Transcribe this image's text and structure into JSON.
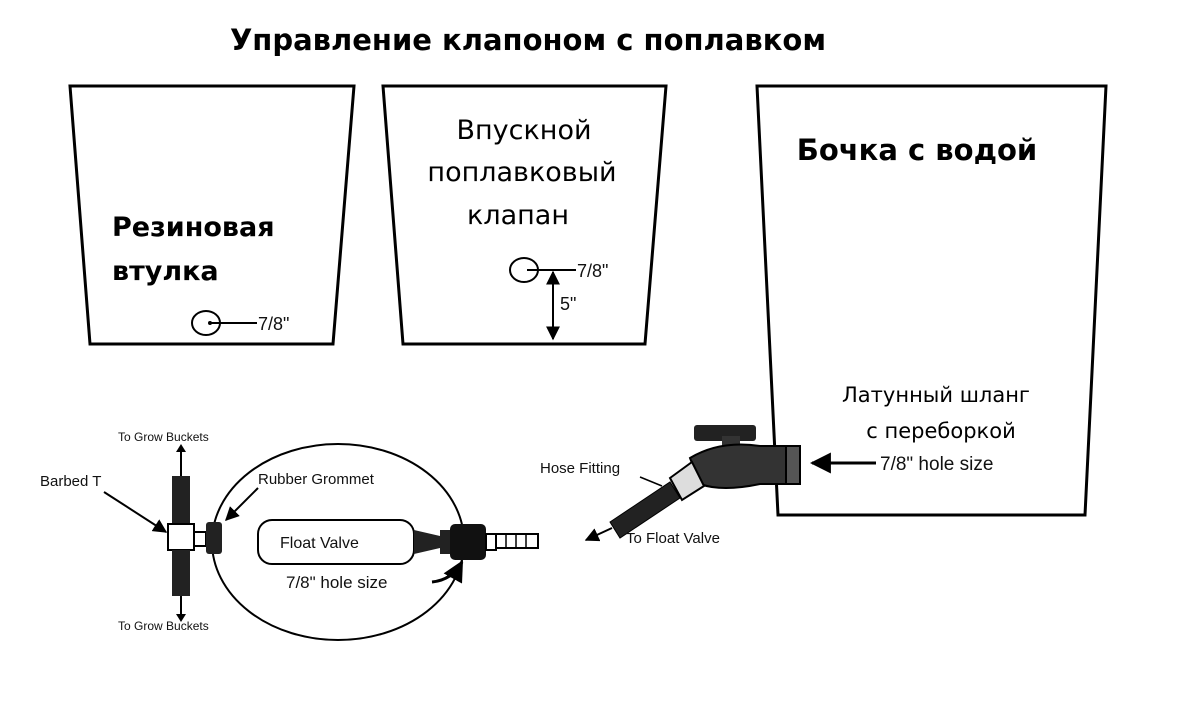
{
  "title": "Управление клапоном с поплавком",
  "containers": {
    "grommet": {
      "label_line1": "Резиновая",
      "label_line2": "втулка",
      "hole_label": "7/8\""
    },
    "float_valve": {
      "label_line1": "Впускной",
      "label_line2": "поплавковый",
      "label_line3": "клапан",
      "hole_label": "7/8\"",
      "height_label": "5\""
    },
    "barrel": {
      "label": "Бочка с водой",
      "fitting_line1": "Латунный шланг",
      "fitting_line2": "с переборкой",
      "hole_label": "7/8\" hole size"
    }
  },
  "assembly": {
    "to_grow_buckets_top": "To Grow Buckets",
    "to_grow_buckets_bottom": "To Grow Buckets",
    "barbed_t": "Barbed T",
    "rubber_grommet": "Rubber Grommet",
    "float_valve": "Float Valve",
    "hole_size": "7/8\" hole size",
    "hose_fitting": "Hose Fitting",
    "to_float_valve": "To Float Valve"
  }
}
